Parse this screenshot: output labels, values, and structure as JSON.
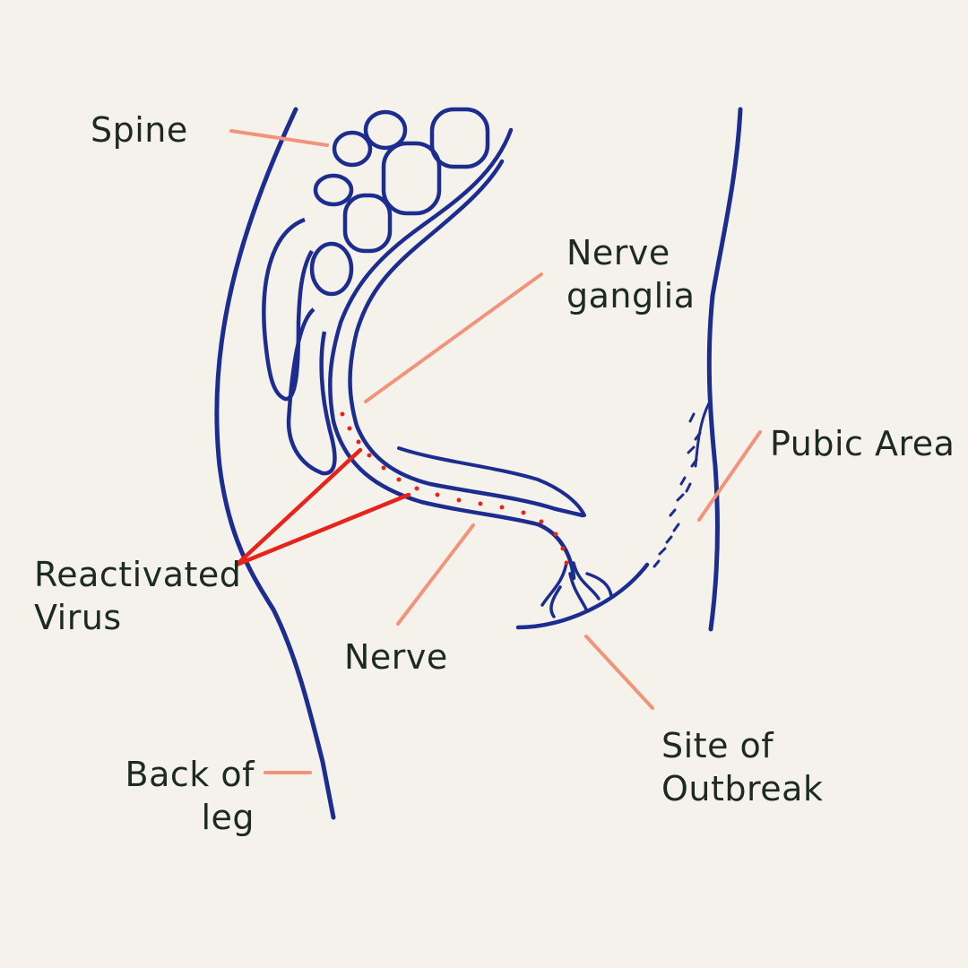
{
  "labels": {
    "spine": "Spine",
    "nerve_ganglia": [
      "Nerve",
      "ganglia"
    ],
    "pubic_area": "Pubic Area",
    "reactivated_virus": [
      "Reactivated",
      "Virus"
    ],
    "nerve": "Nerve",
    "back_of_leg": [
      "Back of",
      "leg"
    ],
    "site_of_outbreak": [
      "Site of",
      "Outbreak"
    ]
  },
  "colors": {
    "background": "#f5f2ec",
    "anatomy_ink": "#1c2d8f",
    "leader_line": "#f0947a",
    "virus_pointer": "#e8231b",
    "text": "#1d2a1f"
  }
}
